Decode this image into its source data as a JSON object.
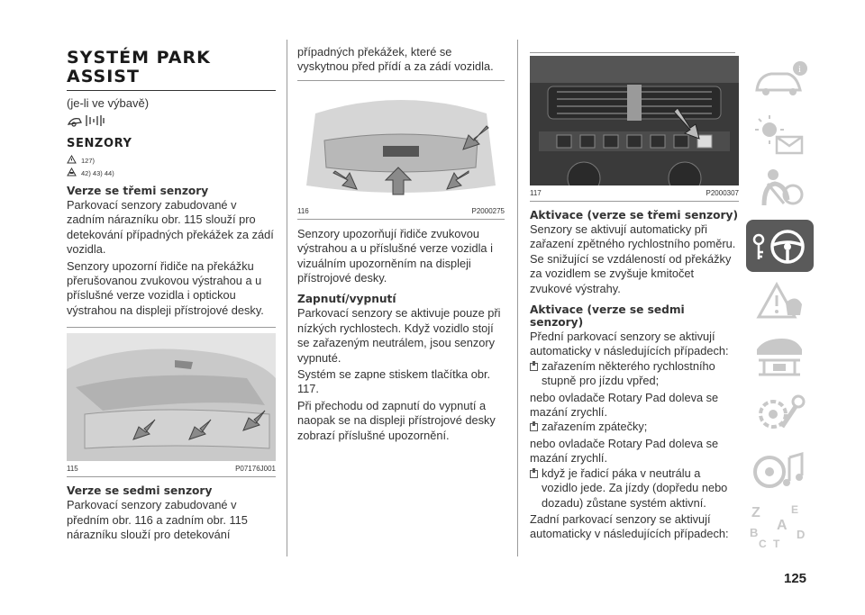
{
  "col1": {
    "title_line1": "SYSTÉM PARK",
    "title_line2": "ASSIST",
    "subtitle": "(je-li ve výbavě)",
    "sensors_heading": "SENZORY",
    "warn1": "127)",
    "warn2": "42) 43) 44)",
    "section1_heading": "Verze se třemi senzory",
    "section1_p1": "Parkovací senzory zabudované v zadním nárazníku obr. 115 slouží pro detekování případných překážek za zádí vozidla.",
    "section1_p2": "Senzory upozorní řidiče na překážku přerušovanou zvukovou výstrahou a u příslušné verze vozidla i optickou výstrahou na displeji přístrojové desky.",
    "fig115_num": "115",
    "fig115_code": "P07176J001",
    "section2_heading": "Verze se sedmi senzory",
    "section2_p1": "Parkovací senzory zabudované v předním obr. 116 a zadním obr. 115 nárazníku slouží pro detekování"
  },
  "col2": {
    "p_cont": "případných překážek, které se vyskytnou před přídí a za zádí vozidla.",
    "fig116_num": "116",
    "fig116_code": "P2000275",
    "p1": "Senzory upozorňují řidiče zvukovou výstrahou a u příslušné verze vozidla i vizuálním upozorněním na displeji přístrojové desky.",
    "heading": "Zapnutí/vypnutí",
    "p2": "Parkovací senzory se aktivuje pouze při nízkých rychlostech. Když vozidlo stojí se zařazeným neutrálem, jsou senzory vypnuté.",
    "p3": "Systém se zapne stiskem tlačítka obr. 117.",
    "p4": "Při přechodu od zapnutí do vypnutí a naopak se na displeji přístrojové desky zobrazí příslušné upozornění."
  },
  "col3": {
    "fig117_num": "117",
    "fig117_code": "P2000307",
    "heading1": "Aktivace (verze se třemi senzory)",
    "p1": "Senzory se aktivují automaticky při zařazení zpětného rychlostního poměru. Se snižující se vzdáleností od překážky za vozidlem se zvyšuje kmitočet zvukové výstrahy.",
    "heading2": "Aktivace (verze se sedmi senzory)",
    "p2": "Přední parkovací senzory se aktivují automaticky v následujících případech:",
    "b1": "zařazením některého rychlostního stupně pro jízdu vpřed;",
    "p3": "nebo ovladače Rotary Pad doleva se mazání zrychlí.",
    "b2": "zařazením zpátečky;",
    "p4": "nebo ovladače Rotary Pad doleva se mazání zrychlí.",
    "b3": "když je řadicí páka v neutrálu a vozidlo jede. Za jízdy (dopředu nebo dozadu) zůstane systém aktivní.",
    "p5": "Zadní parkovací senzory se aktivují automaticky v následujících případech:"
  },
  "sidebar": {
    "letters": [
      "Z",
      "E",
      "A",
      "B",
      "C",
      "T",
      "D"
    ]
  },
  "page_number": "125",
  "colors": {
    "text": "#333333",
    "active_tab": "#5a5a5a",
    "icon_gray": "#c8c8c8"
  }
}
